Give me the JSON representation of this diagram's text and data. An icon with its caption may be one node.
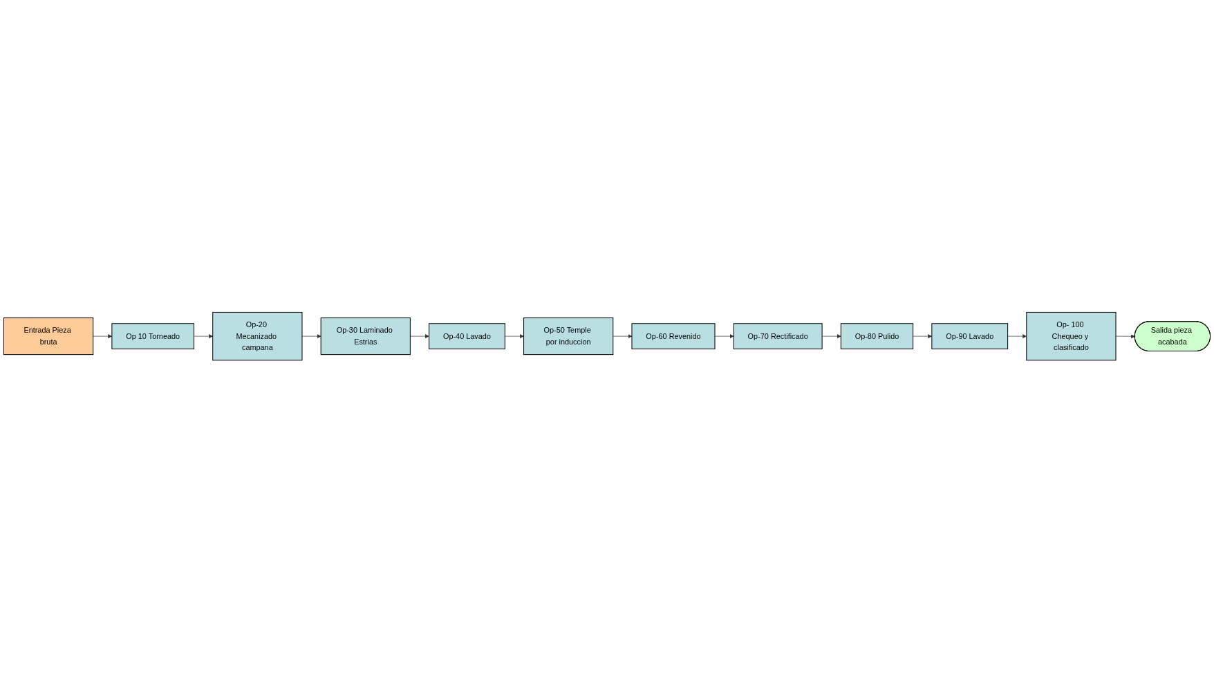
{
  "diagram": {
    "nodes": [
      {
        "text": [
          "Entrada Pieza bruta"
        ]
      },
      {
        "text": [
          "Op 10 Torneado"
        ]
      },
      {
        "text": [
          "Op-20 Mecanizado campana"
        ]
      },
      {
        "text": [
          "Op-30 Laminado Estrias"
        ]
      },
      {
        "text": [
          "Op-40 Lavado"
        ]
      },
      {
        "text": [
          "Op-50 Temple por induccion"
        ]
      },
      {
        "text": [
          "Op-60 Revenido"
        ]
      },
      {
        "text": [
          "Op-70 Rectificado"
        ]
      },
      {
        "text": [
          "Op-80 Pulido"
        ]
      },
      {
        "text": [
          "Op-90 Lavado"
        ]
      },
      {
        "text": [
          "Op- 100 Chequeo y clasificado"
        ]
      },
      {
        "text": [
          "Salida pieza acabada"
        ]
      }
    ],
    "edges": [
      {
        "from": 0,
        "to": 1,
        "arrow": "to"
      },
      {
        "from": 1,
        "to": 2,
        "arrow": "to"
      },
      {
        "from": 2,
        "to": 3,
        "arrow": "to"
      },
      {
        "from": 3,
        "to": 4,
        "arrow": "to"
      },
      {
        "from": 4,
        "to": 5,
        "arrow": "to"
      },
      {
        "from": 5,
        "to": 6,
        "arrow": "to"
      },
      {
        "from": 6,
        "to": 7,
        "arrow": "to"
      },
      {
        "from": 7,
        "to": 8,
        "arrow": "to"
      },
      {
        "from": 8,
        "to": 9,
        "arrow": "to"
      },
      {
        "from": 9,
        "to": 10,
        "arrow": "to"
      },
      {
        "from": 10,
        "to": 11,
        "arrow": "to"
      }
    ]
  }
}
